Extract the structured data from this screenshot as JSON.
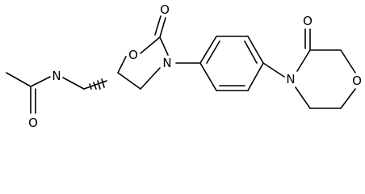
{
  "atoms": {
    "amide_nitrogen": "N",
    "amide_oxygen": "O",
    "ring_oxygen": "O",
    "carbonyl_oxygen_oxazolidinone": "O",
    "oxazolidinone_nitrogen": "N",
    "morpholinone_nitrogen": "N",
    "carbonyl_oxygen_morpholinone": "O",
    "morpholinone_ring_oxygen": "O"
  },
  "colors": {
    "bond": "#000000",
    "background": "#ffffff"
  }
}
